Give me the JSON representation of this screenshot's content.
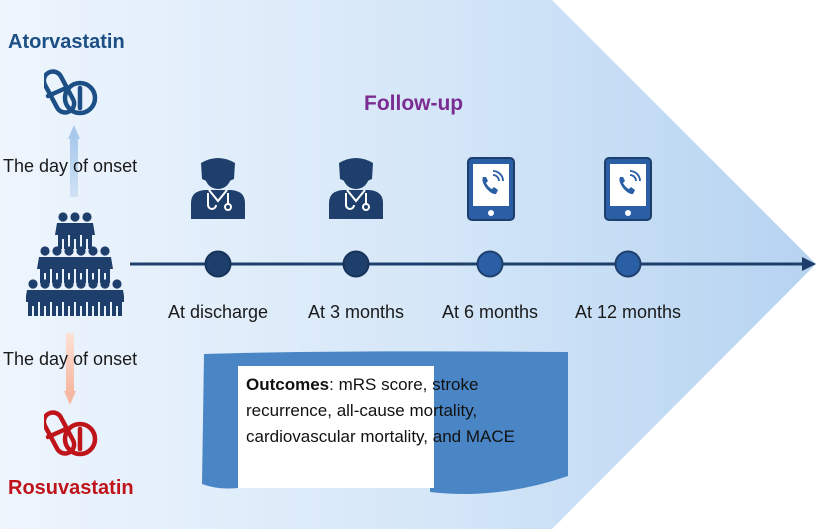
{
  "drugs": {
    "top": {
      "name": "Atorvastatin",
      "color": "#1c4f86",
      "icon": "capsule-icon"
    },
    "bottom": {
      "name": "Rosuvastatin",
      "color": "#c0141b",
      "icon": "capsule-icon"
    }
  },
  "onset": {
    "top_label": "The day of onset",
    "bottom_label": "The day of onset"
  },
  "followup": {
    "title": "Follow-up"
  },
  "timepoints": [
    {
      "label": "At discharge",
      "icon": "doctor-icon"
    },
    {
      "label": "At 3 months",
      "icon": "doctor-icon"
    },
    {
      "label": "At 6 months",
      "icon": "phone-call-icon"
    },
    {
      "label": "At 12 months",
      "icon": "phone-call-icon"
    }
  ],
  "patients_icon": "people-group-icon",
  "outcomes": {
    "heading": "Outcomes",
    "text": ": mRS score, stroke recurrence, all-cause mortality, cardiovascular mortality, and MACE"
  },
  "colors": {
    "navy": "#1e3f6b",
    "dot": "#2a5fa5",
    "outcome_box": "#4a86c6",
    "chevron": "#cfe1f5"
  }
}
